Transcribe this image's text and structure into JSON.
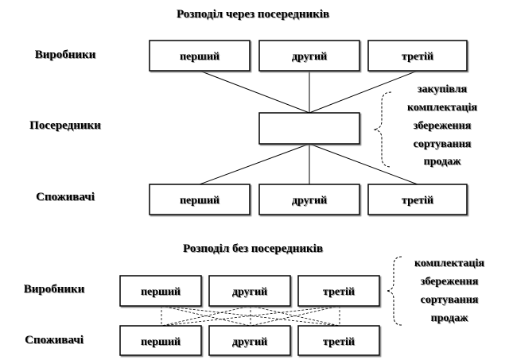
{
  "top": {
    "title": "Розподіл через посередників",
    "row_labels": {
      "producers": "Виробники",
      "intermediaries": "Посередники",
      "consumers": "Споживачі"
    },
    "producers": [
      "перший",
      "другий",
      "третій"
    ],
    "consumers": [
      "перший",
      "другий",
      "третій"
    ],
    "functions": [
      "закупівля",
      "комплектація",
      "збереження",
      "сортування",
      "продаж"
    ]
  },
  "bottom": {
    "title": "Розподіл без посередників",
    "row_labels": {
      "producers": "Виробники",
      "consumers": "Споживачі"
    },
    "producers": [
      "перший",
      "другий",
      "третій"
    ],
    "consumers": [
      "перший",
      "другий",
      "третій"
    ],
    "functions": [
      "комплектація",
      "збереження",
      "сортування",
      "продаж"
    ]
  }
}
